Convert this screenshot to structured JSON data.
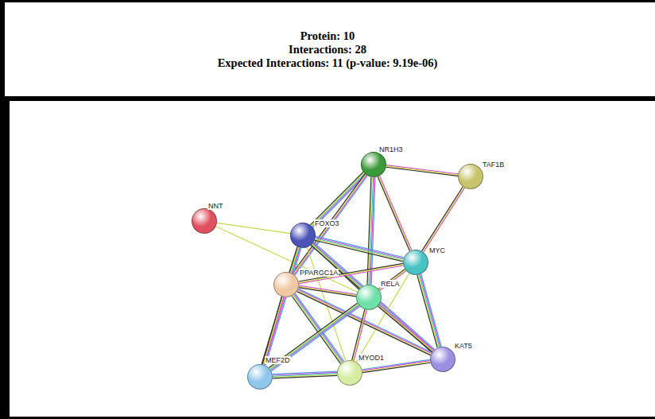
{
  "diagram": {
    "nodes": [
      {
        "text": [
          "NR1H3"
        ]
      },
      {
        "text": [
          "TAF1B"
        ]
      },
      {
        "text": [
          "NNT"
        ]
      },
      {
        "text": [
          "FOXO3"
        ]
      },
      {
        "text": [
          "MYC"
        ]
      },
      {
        "text": [
          "PPARGC1A"
        ]
      },
      {
        "text": [
          "RELA"
        ]
      },
      {
        "text": [
          "KAT5"
        ]
      },
      {
        "text": [
          "MEF2D"
        ]
      },
      {
        "text": [
          "MYOD1"
        ]
      }
    ],
    "edges": [
      {
        "from": 0,
        "to": 1,
        "arrow": "none"
      },
      {
        "from": 0,
        "to": 3,
        "arrow": "none"
      },
      {
        "from": 0,
        "to": 5,
        "arrow": "none"
      },
      {
        "from": 0,
        "to": 6,
        "arrow": "none"
      },
      {
        "from": 0,
        "to": 4,
        "arrow": "none"
      },
      {
        "from": 1,
        "to": 4,
        "arrow": "none"
      },
      {
        "from": 2,
        "to": 3,
        "arrow": "none"
      },
      {
        "from": 2,
        "to": 6,
        "arrow": "none"
      },
      {
        "from": 3,
        "to": 4,
        "arrow": "none"
      },
      {
        "from": 3,
        "to": 5,
        "arrow": "none"
      },
      {
        "from": 3,
        "to": 6,
        "arrow": "none"
      },
      {
        "from": 3,
        "to": 8,
        "arrow": "none"
      },
      {
        "from": 3,
        "to": 9,
        "arrow": "none"
      },
      {
        "from": 3,
        "to": 7,
        "arrow": "none"
      },
      {
        "from": 4,
        "to": 6,
        "arrow": "none"
      },
      {
        "from": 4,
        "to": 5,
        "arrow": "none"
      },
      {
        "from": 4,
        "to": 7,
        "arrow": "none"
      },
      {
        "from": 4,
        "to": 9,
        "arrow": "none"
      },
      {
        "from": 4,
        "to": 8,
        "arrow": "none"
      },
      {
        "from": 5,
        "to": 6,
        "arrow": "none"
      },
      {
        "from": 5,
        "to": 8,
        "arrow": "none"
      },
      {
        "from": 5,
        "to": 9,
        "arrow": "none"
      },
      {
        "from": 5,
        "to": 7,
        "arrow": "none"
      },
      {
        "from": 6,
        "to": 8,
        "arrow": "none"
      },
      {
        "from": 6,
        "to": 9,
        "arrow": "none"
      },
      {
        "from": 6,
        "to": 7,
        "arrow": "none"
      },
      {
        "from": 8,
        "to": 9,
        "arrow": "none"
      },
      {
        "from": 9,
        "to": 7,
        "arrow": "none"
      }
    ],
    "labels": [
      "Protein: 10",
      "Interactions: 28",
      "Expected Interactions: 11 (p-value: 9.19e-06)"
    ]
  }
}
